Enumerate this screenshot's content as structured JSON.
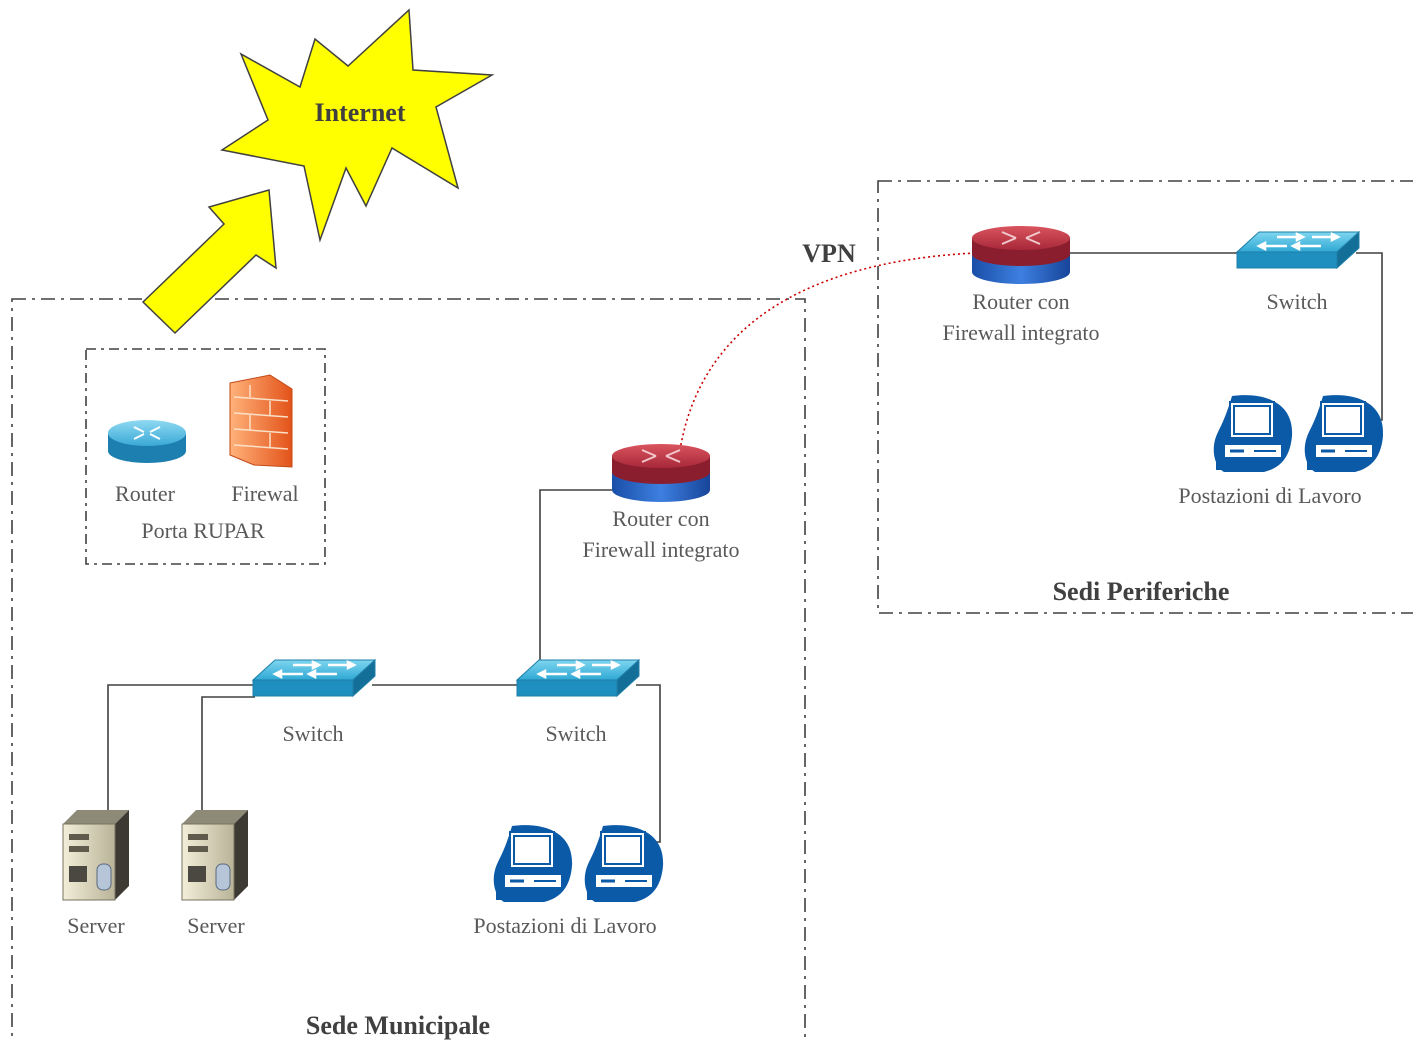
{
  "internet": {
    "label": "Internet",
    "color": "#ffff00"
  },
  "vpn": {
    "label": "VPN",
    "color": "#cc0000"
  },
  "municipal": {
    "title": "Sede Municipale",
    "rupar": {
      "title": "Porta RUPAR",
      "router_label": "Router",
      "firewall_label": "Firewal"
    },
    "router": {
      "line1": "Router con",
      "line2": "Firewall integrato"
    },
    "switch_left": {
      "label": "Switch"
    },
    "switch_right": {
      "label": "Switch"
    },
    "servers": [
      {
        "label": "Server"
      },
      {
        "label": "Server"
      }
    ],
    "workstations": {
      "label": "Postazioni di Lavoro"
    }
  },
  "branch": {
    "title": "Sedi Periferiche",
    "router": {
      "line1": "Router con",
      "line2": "Firewall integrato"
    },
    "switch": {
      "label": "Switch"
    },
    "workstations": {
      "label": "Postazioni di Lavoro"
    }
  },
  "icons": {
    "router": "router-icon",
    "router_firewall": "router-firewall-icon",
    "firewall": "firewall-icon",
    "switch": "switch-icon",
    "server": "server-icon",
    "workstation": "workstation-icon",
    "internet": "internet-starburst-icon",
    "arrow": "arrow-icon"
  }
}
